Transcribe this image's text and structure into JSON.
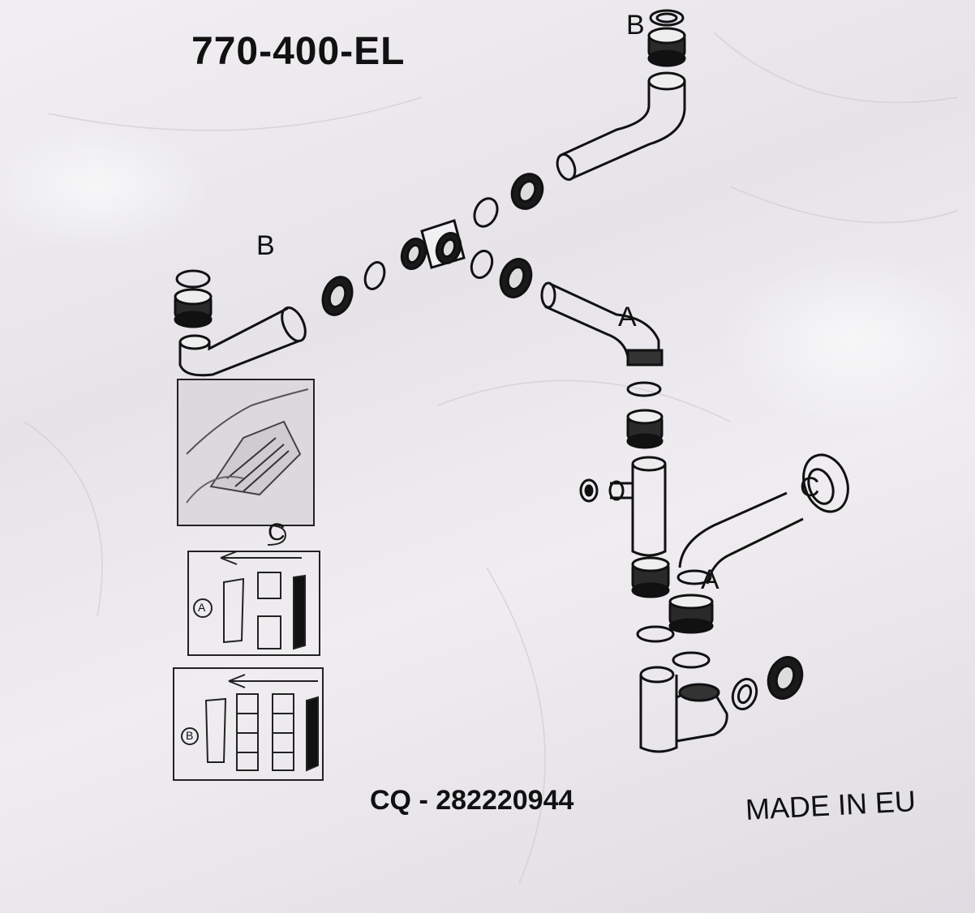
{
  "header": {
    "model_number": "770-400-EL"
  },
  "footer": {
    "cq_code": "CQ - 282220944",
    "origin": "MADE IN EU"
  },
  "part_labels": {
    "b_top": "B",
    "b_left": "B",
    "a_elbow": "A",
    "a_lower": "A",
    "c_trap": "C"
  },
  "inset": {
    "label_a": "A",
    "label_b": "B",
    "label_c": "C"
  }
}
